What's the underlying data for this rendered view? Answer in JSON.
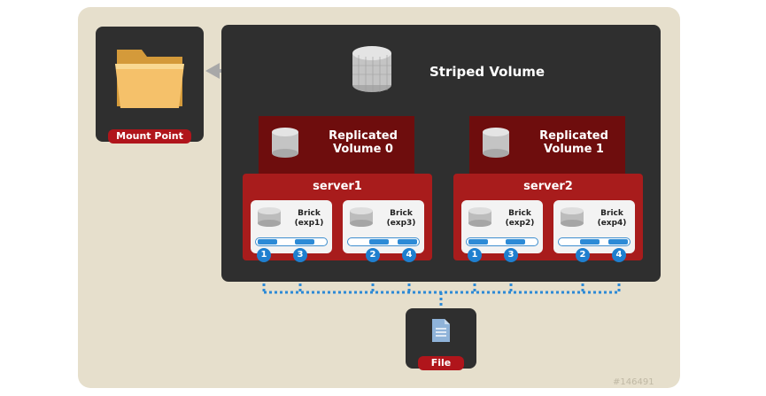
{
  "striped_volume": {
    "label": "Striped Volume"
  },
  "mount_point": {
    "label": "Mount Point"
  },
  "replicated": [
    {
      "title_line1": "Replicated",
      "title_line2": "Volume 0"
    },
    {
      "title_line1": "Replicated",
      "title_line2": "Volume 1"
    }
  ],
  "servers": [
    {
      "name": "server1",
      "bricks": [
        {
          "line1": "Brick",
          "line2": "(exp1)"
        },
        {
          "line1": "Brick",
          "line2": "(exp3)"
        }
      ],
      "chunks": [
        "1",
        "3",
        "2",
        "4"
      ]
    },
    {
      "name": "server2",
      "bricks": [
        {
          "line1": "Brick",
          "line2": "(exp2)"
        },
        {
          "line1": "Brick",
          "line2": "(exp4)"
        }
      ],
      "chunks": [
        "1",
        "3",
        "2",
        "4"
      ]
    }
  ],
  "file": {
    "label": "File"
  },
  "watermark": "#146491",
  "colors": {
    "background": "#e6dfcc",
    "dark_panel": "#2f2f2f",
    "red": "#a81c1c",
    "dark_red": "#6e0d0d",
    "link_blue": "#2c8ad6"
  }
}
